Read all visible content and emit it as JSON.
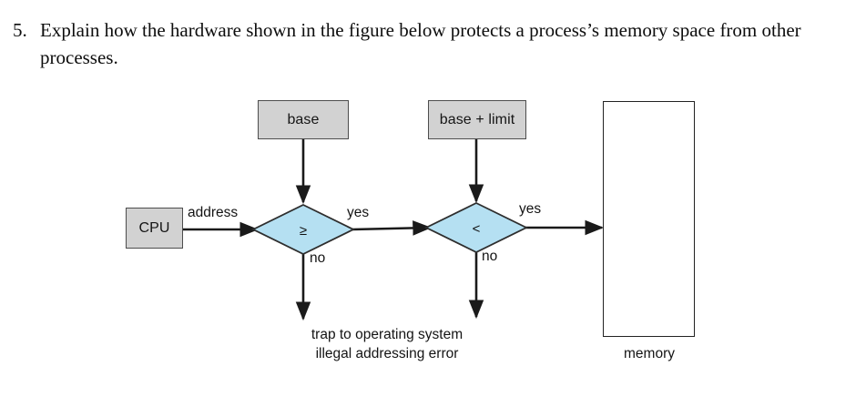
{
  "question": {
    "number": "5.",
    "text": "Explain how the hardware shown in the figure below protects a process’s memory space from other processes."
  },
  "figure": {
    "title": "base-and-limit memory protection hardware",
    "nodes": {
      "cpu": "CPU",
      "base": "base",
      "base_limit": "base + limit",
      "compare_ge": "≥",
      "compare_lt": "<",
      "memory_box": ""
    },
    "edge_labels": {
      "address": "address",
      "yes_1": "yes",
      "yes_2": "yes",
      "no_1": "no",
      "no_2": "no"
    },
    "captions": {
      "trap_line1": "trap to operating system",
      "trap_line2": "illegal addressing error",
      "memory": "memory"
    },
    "colors": {
      "box_fill": "#d2d2d2",
      "box_stroke": "#4d4d4d",
      "diamond_fill": "#b5e0f2",
      "diamond_stroke": "#2e2e2e",
      "arrow": "#1a1a1a",
      "memory_stroke": "#222222",
      "background": "#ffffff"
    }
  }
}
